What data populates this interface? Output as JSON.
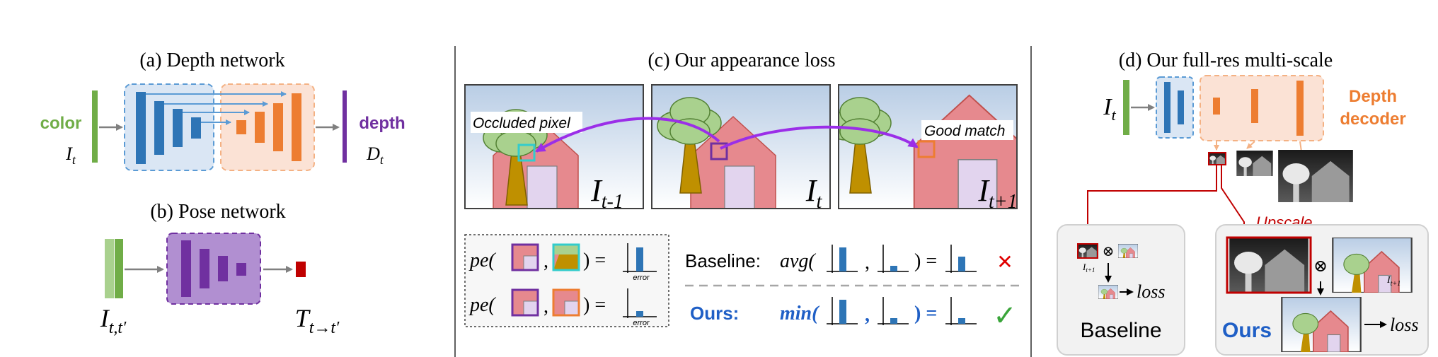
{
  "panels": {
    "a": {
      "title": "(a) Depth network",
      "input_label": "color",
      "input_var": "I",
      "input_sub": "t",
      "output_label": "depth",
      "output_var": "D",
      "output_sub": "t"
    },
    "b": {
      "title": "(b) Pose network",
      "input_var": "I",
      "input_sub": "t,t′",
      "output_var": "T",
      "output_sub": "t→t′"
    },
    "c": {
      "title": "(c) Our appearance loss",
      "frames": [
        {
          "var": "I",
          "sub": "t-1"
        },
        {
          "var": "I",
          "sub": "t"
        },
        {
          "var": "I",
          "sub": "t+1"
        }
      ],
      "occluded_label": "Occluded pixel",
      "good_match_label": "Good match",
      "pe_text": "pe(",
      "comma": ",",
      "close_eq": ") =",
      "error_label": "error",
      "baseline_label": "Baseline:",
      "avg_text": "avg(",
      "ours_label": "Ours:",
      "min_text": "min(",
      "eq_text": ") =",
      "cross": "✕",
      "check": "✓",
      "errors": {
        "high": 0.85,
        "low": 0.2,
        "avg": 0.52
      }
    },
    "d": {
      "title": "(d) Our full-res multi-scale",
      "input_var": "I",
      "input_sub": "t",
      "decoder_label_1": "Depth",
      "decoder_label_2": "decoder",
      "upscale_label": "Upscale",
      "baseline_box_label": "Baseline",
      "ours_box_label": "Ours",
      "otimes": "⊗",
      "loss_label": "loss",
      "it1_var": "I",
      "it1_sub": "t+1"
    }
  },
  "colors": {
    "green": "#6db24f",
    "blue": "#2e75b6",
    "blue_bg": "#dae6f4",
    "orange": "#ed7d31",
    "orange_bg": "#fbe2d5",
    "purple": "#7030a0",
    "purple_light": "#b18fd1",
    "red": "#c00000",
    "arrow_purple": "#9b2ee8",
    "cyan": "#33cccc",
    "ours_blue": "#1f5fc6",
    "check_green": "#3aa53a"
  }
}
